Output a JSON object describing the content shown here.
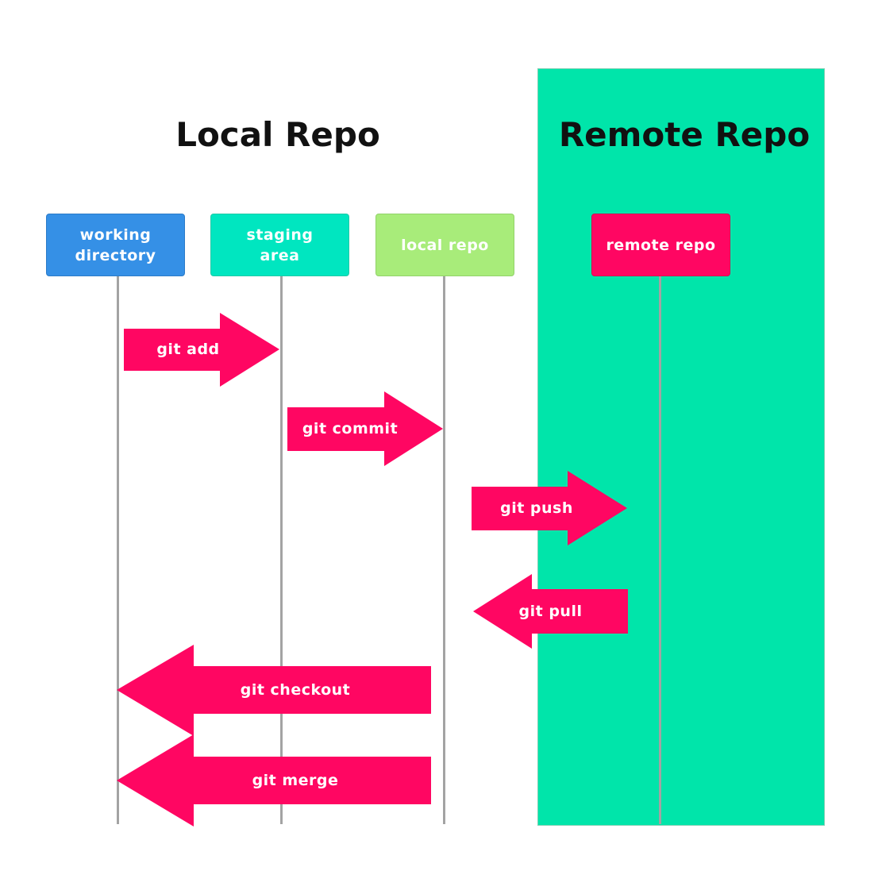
{
  "headings": {
    "local": "Local Repo",
    "remote": "Remote Repo"
  },
  "nodes": {
    "working_directory": "working\ndirectory",
    "staging_area": "staging\narea",
    "local_repo": "local repo",
    "remote_repo": "remote repo"
  },
  "commands": {
    "add": "git add",
    "commit": "git commit",
    "push": "git push",
    "pull": "git pull",
    "checkout": "git checkout",
    "merge": "git merge"
  },
  "colors": {
    "remote_panel": "#00e5aa",
    "working_directory": "#3590e6",
    "staging_area": "#00e6c0",
    "local_repo": "#a8ec7a",
    "remote_repo": "#ff0662",
    "arrow": "#ff0662",
    "lifeline": "#a3a3a3"
  }
}
